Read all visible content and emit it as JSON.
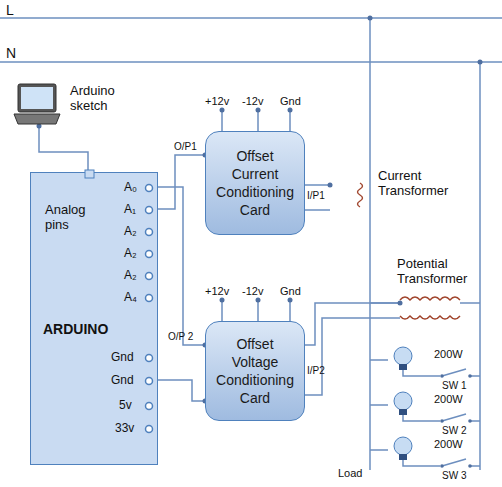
{
  "diagram": {
    "nodes": [
      {
        "text": [
          "Arduino sketch"
        ]
      },
      {
        "text": [
          "ARDUINO",
          "Analog pins",
          "A₀",
          "A₁",
          "A₂",
          "A₂",
          "A₂",
          "A₄",
          "Gnd",
          "Gnd",
          "5v",
          "33v"
        ]
      },
      {
        "text": [
          "Offset Current Conditioning Card"
        ]
      },
      {
        "text": [
          "Offset Voltage Conditioning Card"
        ]
      },
      {
        "text": [
          "Current Transformer"
        ]
      },
      {
        "text": [
          "Potential Transformer"
        ]
      },
      {
        "text": [
          "200W"
        ]
      },
      {
        "text": [
          "200W"
        ]
      },
      {
        "text": [
          "200W"
        ]
      }
    ],
    "edges": [
      {
        "from": 0,
        "to": 1,
        "arrow": "none"
      },
      {
        "from": 2,
        "to": 1,
        "arrow": "none"
      },
      {
        "from": 3,
        "to": 1,
        "arrow": "none"
      },
      {
        "from": 3,
        "to": 1,
        "arrow": "none"
      },
      {
        "from": 4,
        "to": 2,
        "arrow": "none"
      },
      {
        "from": 5,
        "to": 3,
        "arrow": "none"
      }
    ],
    "labels": [
      "L",
      "N",
      "+12v",
      "-12v",
      "Gnd",
      "O/P1",
      "I/P1",
      "+12v",
      "-12v",
      "Gnd",
      "O/P 2",
      "I/P2",
      "SW 1",
      "SW 2",
      "SW 3",
      "Load"
    ]
  }
}
